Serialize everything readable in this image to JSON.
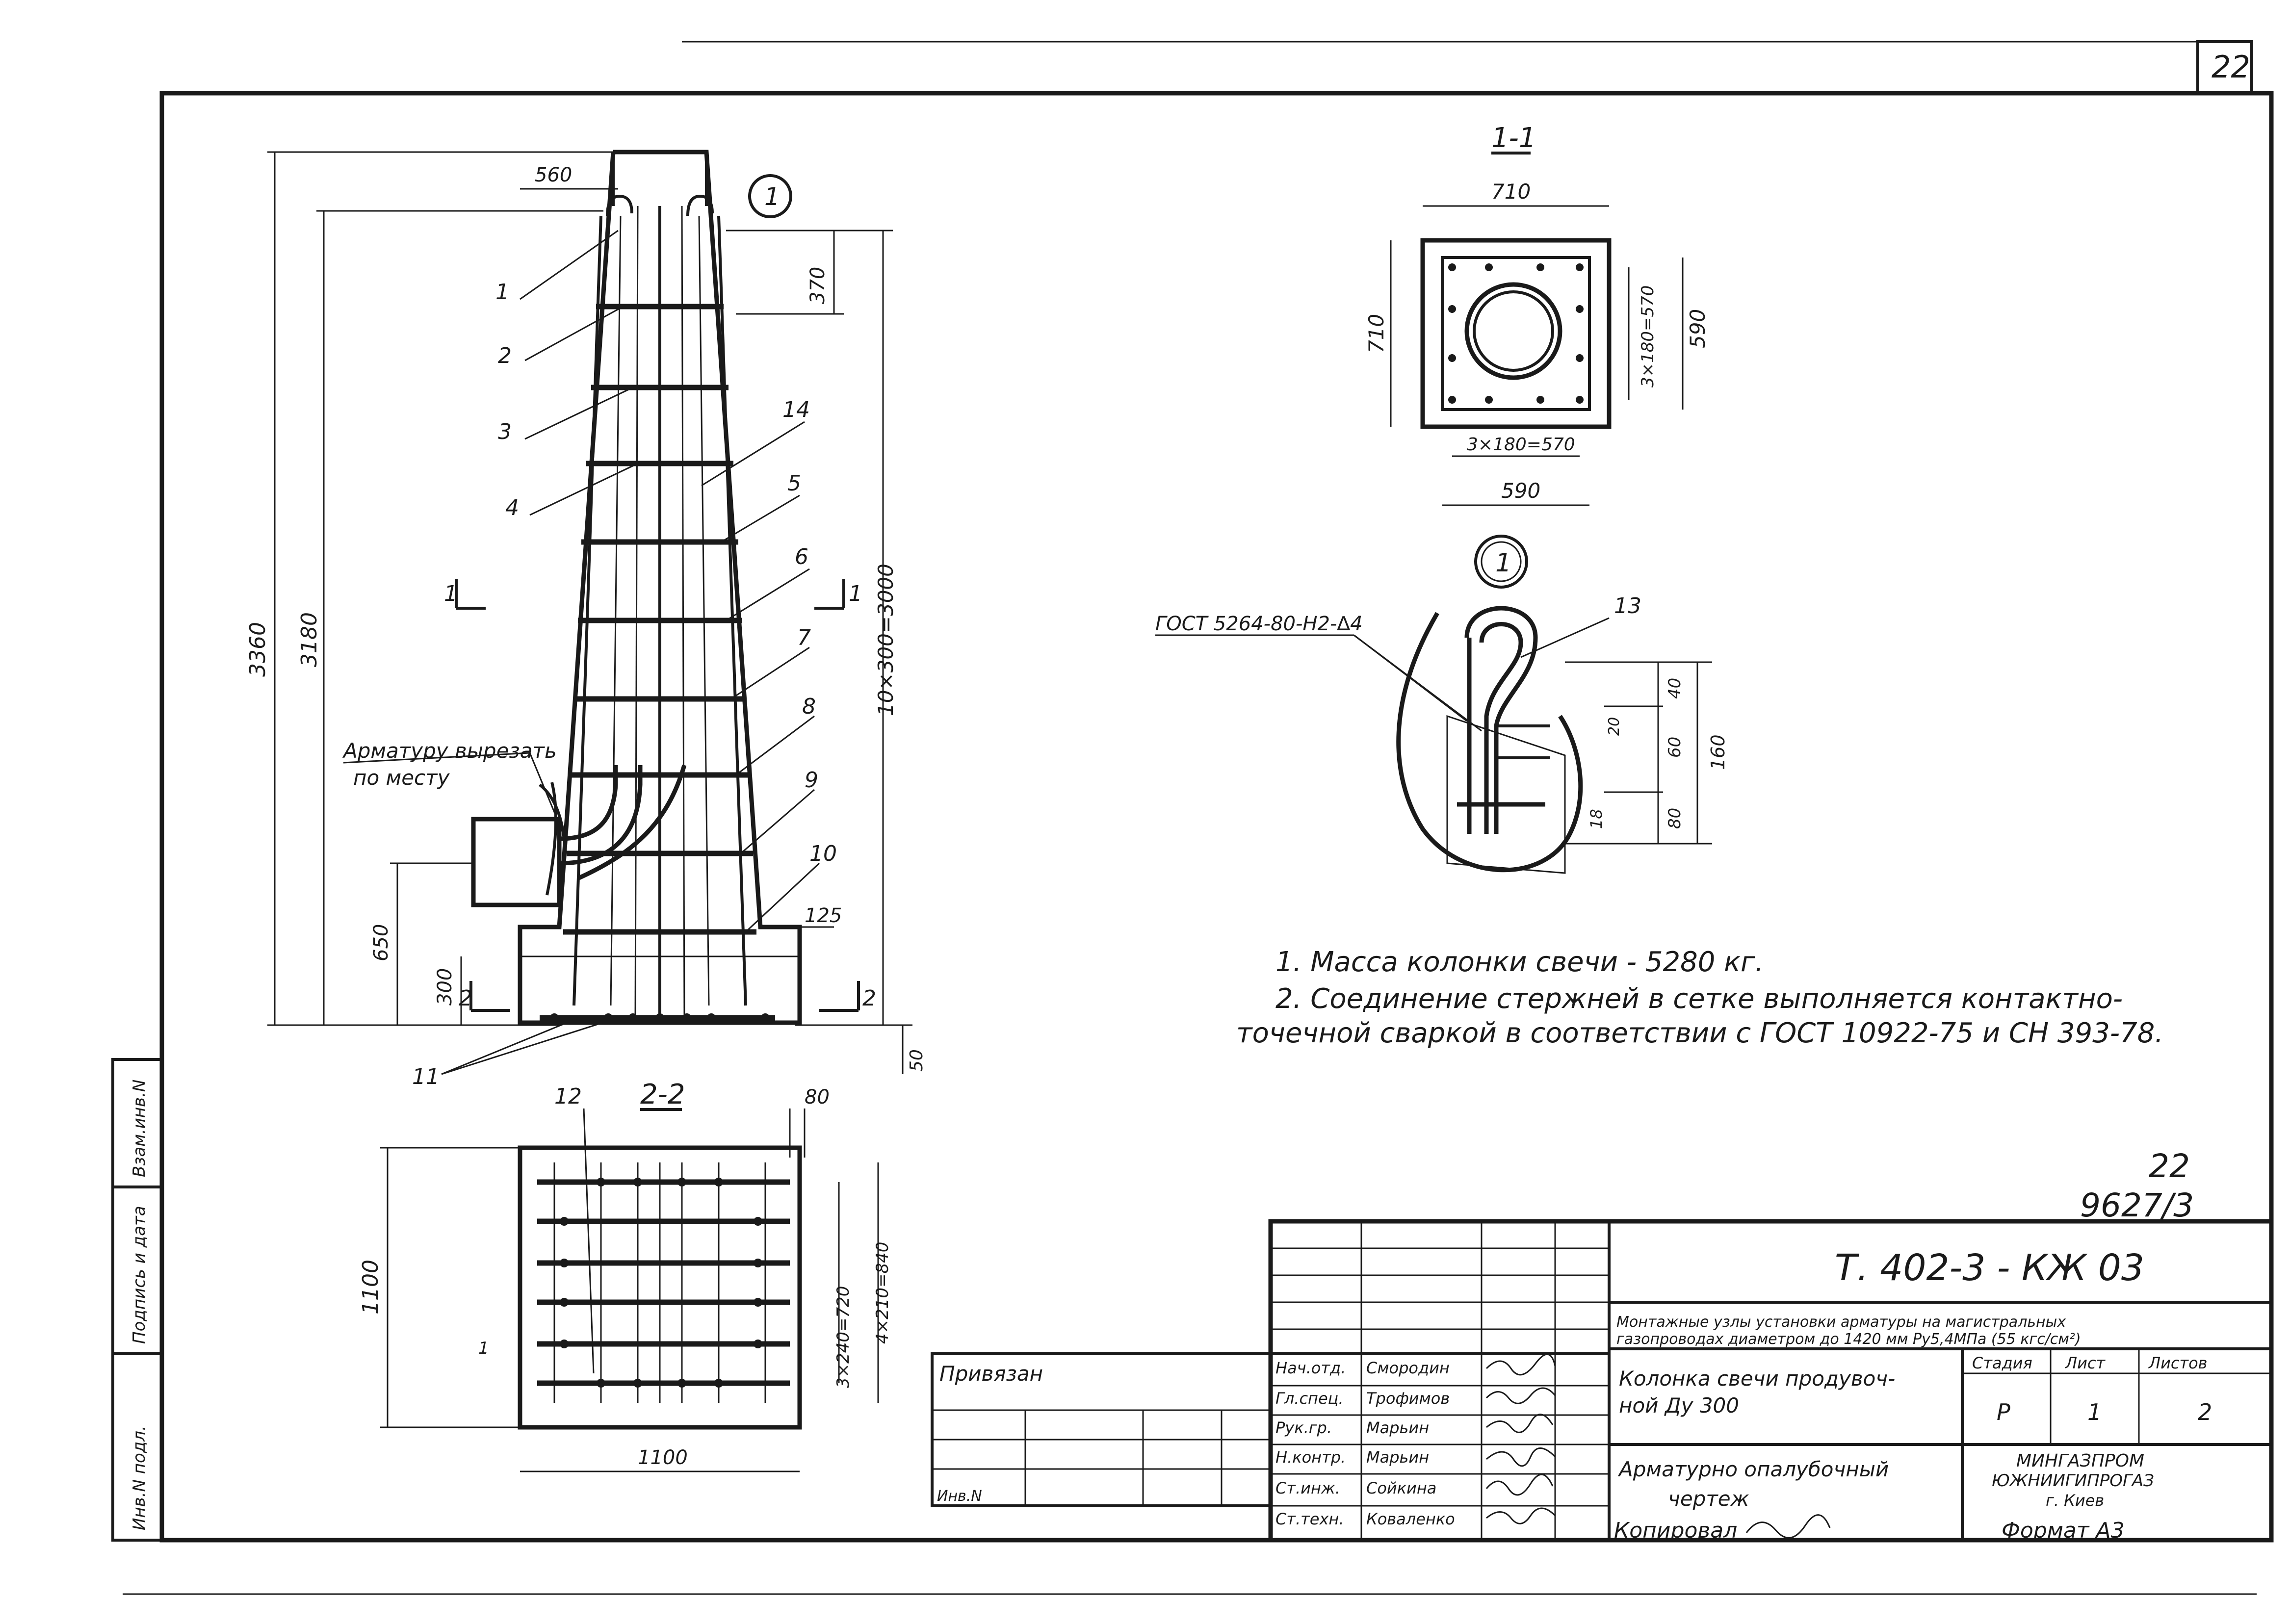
{
  "sheet": {
    "sheet_no": "22",
    "bottom_sheet_no": "22",
    "inventory_no": "9627/3"
  },
  "section_labels": {
    "section_1_1": "1-1",
    "section_2_2": "2-2",
    "cut_1": "1",
    "cut_2": "2",
    "detail_callout": "1"
  },
  "elevation": {
    "dims": {
      "top_width": "560",
      "top_offset": "370",
      "overall_height": "3360",
      "inner_height": "3180",
      "rung_pitch": "10×300=3000",
      "opening_height": "650",
      "base_height": "300",
      "foot_offset": "125",
      "bottom": "50"
    },
    "positions": [
      "1",
      "2",
      "3",
      "4",
      "14",
      "5",
      "6",
      "7",
      "8",
      "9",
      "10",
      "11"
    ],
    "note_cut_line1": "Арматуру вырезать",
    "note_cut_line2": "по месту"
  },
  "section_1_1": {
    "dim_outer_w": "710",
    "dim_outer_h": "710",
    "dim_inner_w": "590",
    "dim_inner_h": "590",
    "dim_spacing_h": "3×180=570",
    "dim_spacing_v": "3×180=570"
  },
  "detail_1": {
    "gost_label": "ГОСТ 5264-80-Н2-∆4",
    "position": "13",
    "dims": [
      "40",
      "20",
      "60",
      "160",
      "18",
      "80"
    ]
  },
  "section_2_2": {
    "position": "12",
    "dim_top": "80",
    "dim_width": "1100",
    "dim_height": "1100",
    "dim_inner": "3×240=720",
    "dim_mesh": "4×210=840",
    "left_mark": "1"
  },
  "notes": {
    "note1": "1. Масса колонки свечи - 5280 кг.",
    "note2_line1": "2. Соединение стержней в сетке выполняется контактно-",
    "note2_line2": "точечной сваркой в соответствии с ГОСТ 10922-75 и СН 393-78."
  },
  "left_strip": {
    "c1": "Инв.N подл.",
    "c2": "Подпись и дата",
    "c3": "Взам.инв.N"
  },
  "title_block": {
    "designation": "Т. 402-3 - КЖ 03",
    "project_line1": "Монтажные узлы установки арматуры на магистральных",
    "project_line2": "газопроводах диаметром до 1420 мм Ру5,4МПа (55 кгс/см²)",
    "part_line1": "Колонка свечи продувоч-",
    "part_line2": "ной Ду 300",
    "drawing_line1": "Арматурно опалубочный",
    "drawing_line2": "чертеж",
    "stage_h": "Стадия",
    "sheet_h": "Лист",
    "sheets_h": "Листов",
    "stage": "Р",
    "sheet": "1",
    "sheets": "2",
    "org_line1": "МИНГАЗПРОМ",
    "org_line2": "ЮЖНИИГИПРОГАЗ",
    "org_line3": "г. Киев",
    "bound": "Привязан",
    "inv": "Инв.N",
    "copied": "Копировал",
    "format": "Формат А3",
    "roles": [
      "Нач.отд.",
      "Гл.спец.",
      "Рук.гр.",
      "Н.контр.",
      "Ст.инж.",
      "Ст.техн."
    ],
    "names": [
      "Смородин",
      "Трофимов",
      "Марьин",
      "Марьин",
      "Сойкина",
      "Коваленко"
    ]
  }
}
